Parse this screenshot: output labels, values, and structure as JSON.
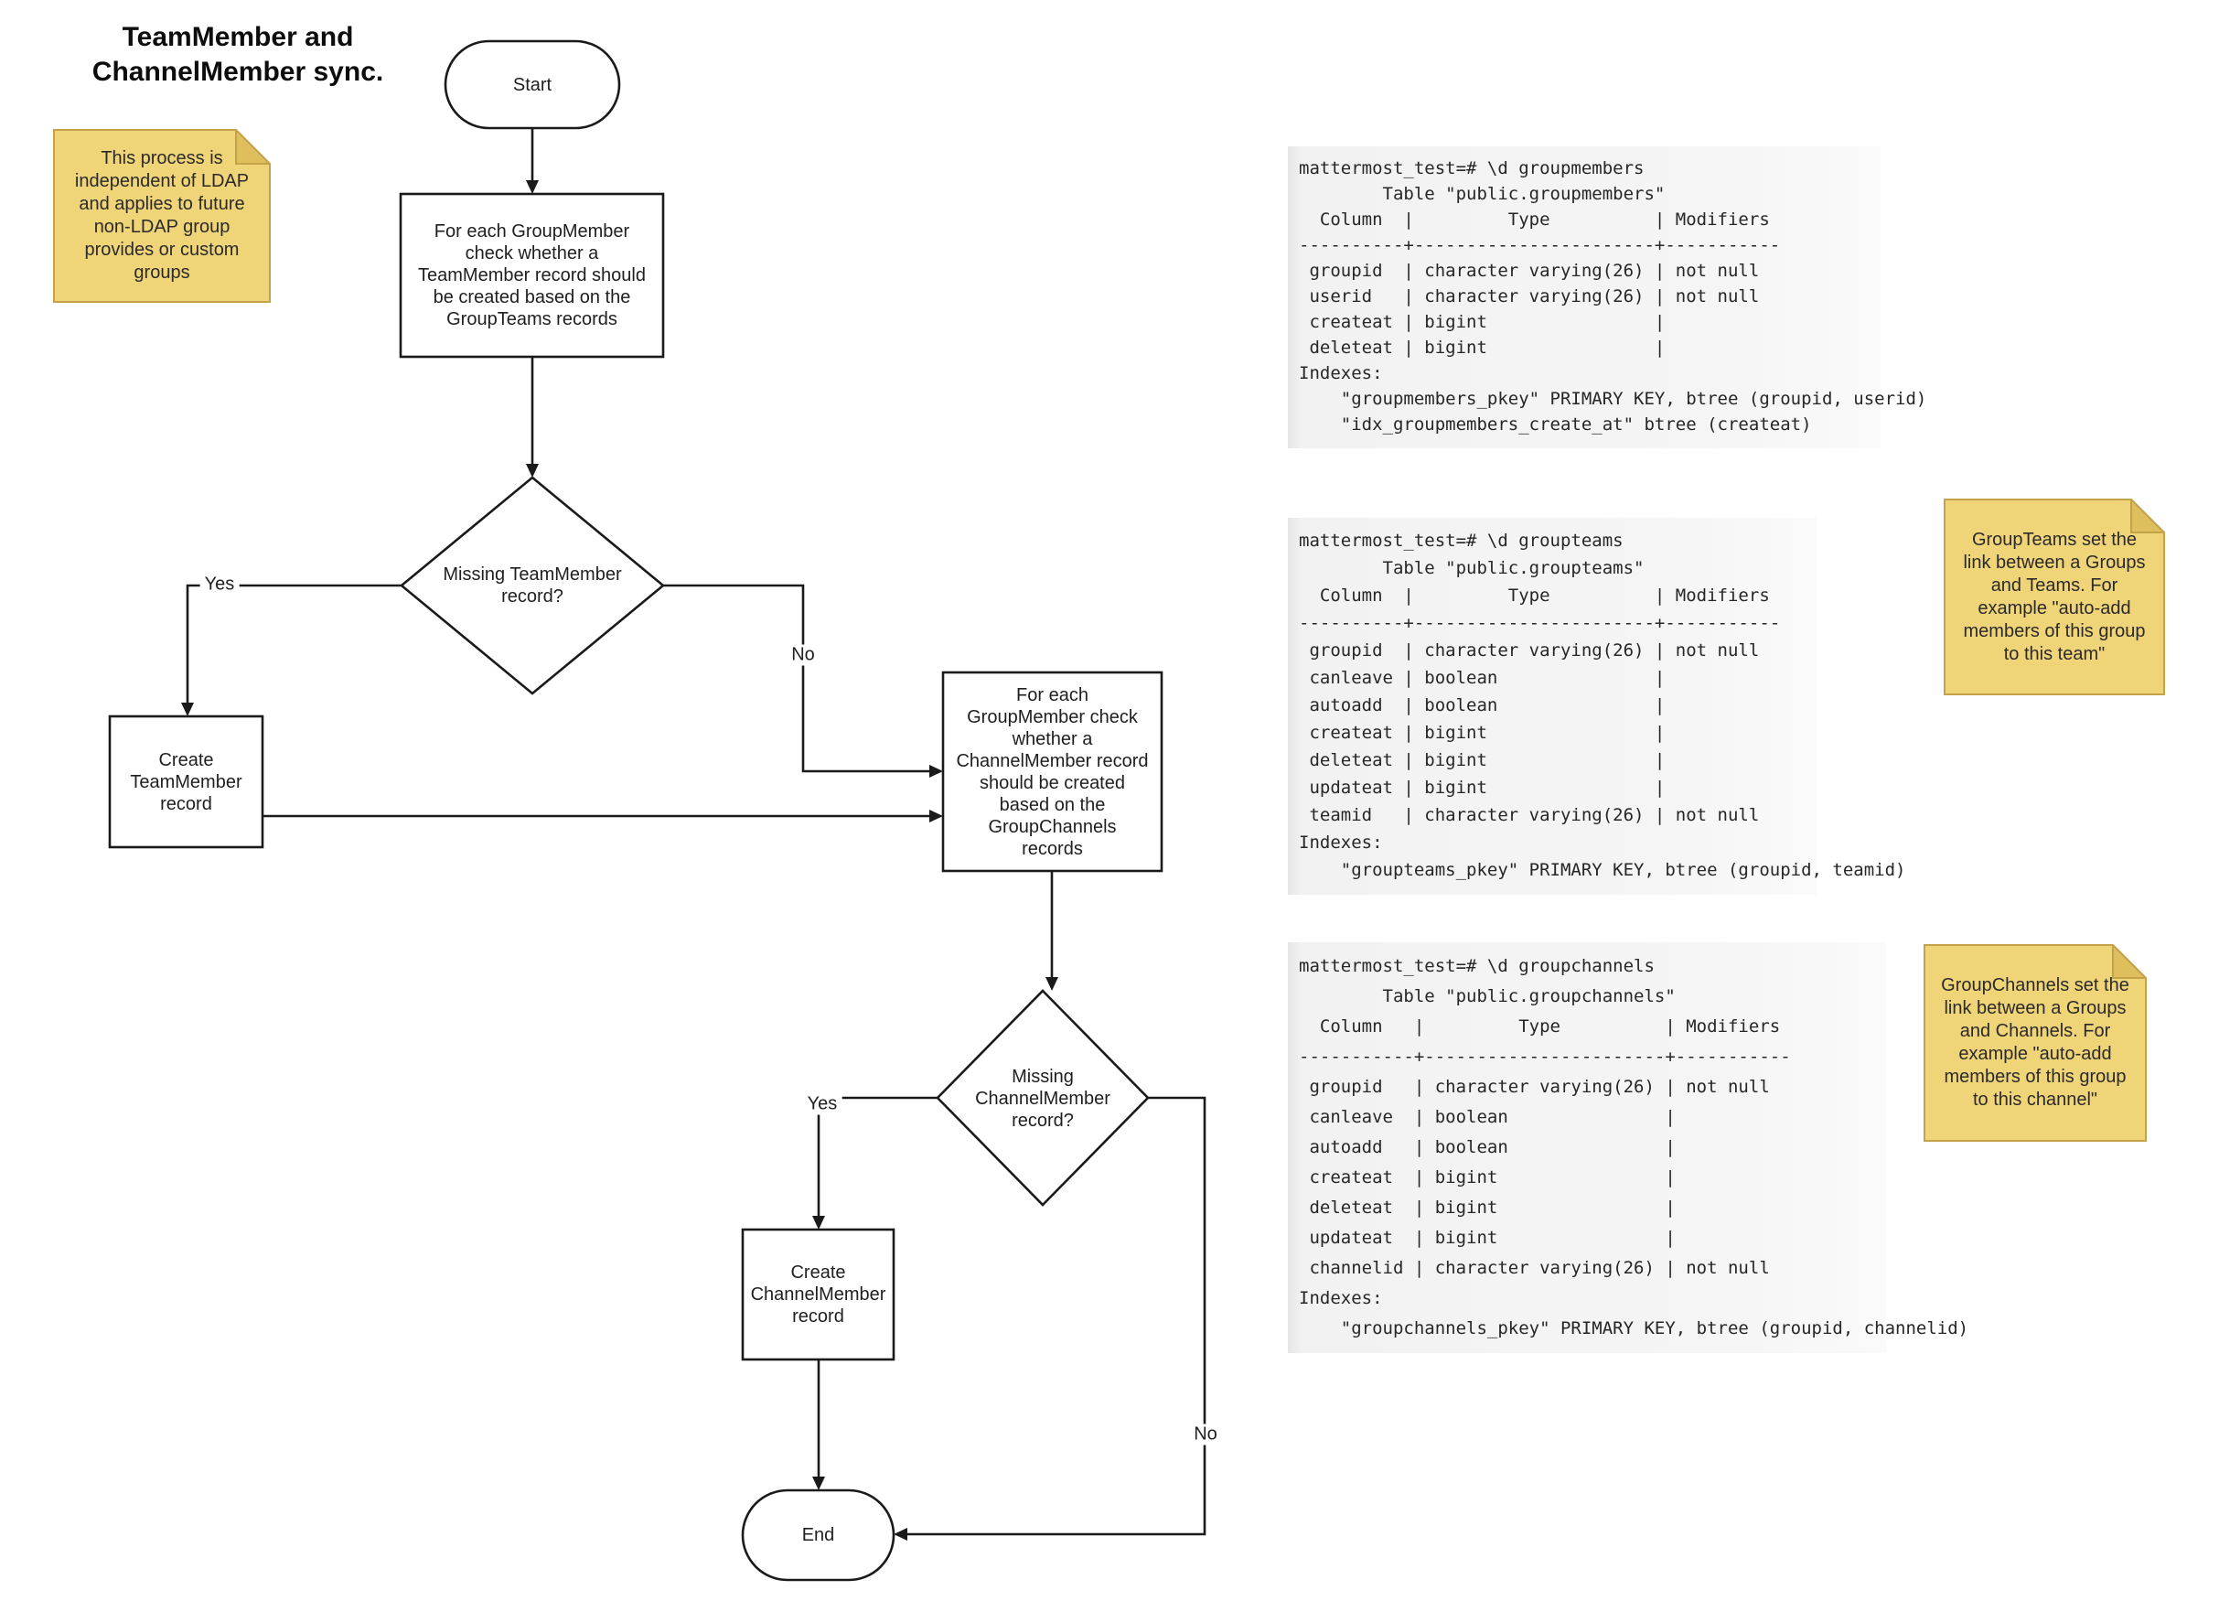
{
  "title": "TeamMember and\nChannelMember sync.",
  "sticky_notes": {
    "process_note": "This process is\nindependent of LDAP\nand applies to future\nnon-LDAP group\nprovides or custom\ngroups",
    "groupteams_note": "GroupTeams set the\nlink between a Groups\nand Teams. For\nexample \"auto-add\nmembers of this group\nto this team\"",
    "groupchannels_note": "GroupChannels set the\nlink between a Groups\nand Channels. For\nexample \"auto-add\nmembers of this group\nto this channel\""
  },
  "flowchart": {
    "start": "Start",
    "check_teammember_step": "For each GroupMember\ncheck whether a\nTeamMember record should\nbe created based on the\nGroupTeams records",
    "missing_teammember_decision": "Missing TeamMember\nrecord?",
    "create_teammember_step": "Create\nTeamMember\nrecord",
    "check_channelmember_step": "For each\nGroupMember check\nwhether a\nChannelMember record\nshould be created\nbased on the\nGroupChannels\nrecords",
    "missing_channelmember_decision": "Missing\nChannelMember\nrecord?",
    "create_channelmember_step": "Create\nChannelMember\nrecord",
    "end": "End",
    "labels": {
      "teammember_yes": "Yes",
      "teammember_no": "No",
      "channelmember_yes": "Yes",
      "channelmember_no": "No"
    }
  },
  "terminals": {
    "groupmembers": "mattermost_test=# \\d groupmembers\n        Table \"public.groupmembers\"\n  Column  |         Type          | Modifiers\n----------+-----------------------+-----------\n groupid  | character varying(26) | not null\n userid   | character varying(26) | not null\n createat | bigint                |\n deleteat | bigint                |\nIndexes:\n    \"groupmembers_pkey\" PRIMARY KEY, btree (groupid, userid)\n    \"idx_groupmembers_create_at\" btree (createat)",
    "groupteams": "mattermost_test=# \\d groupteams\n        Table \"public.groupteams\"\n  Column  |         Type          | Modifiers\n----------+-----------------------+-----------\n groupid  | character varying(26) | not null\n canleave | boolean               |\n autoadd  | boolean               |\n createat | bigint                |\n deleteat | bigint                |\n updateat | bigint                |\n teamid   | character varying(26) | not null\nIndexes:\n    \"groupteams_pkey\" PRIMARY KEY, btree (groupid, teamid)",
    "groupchannels": "mattermost_test=# \\d groupchannels\n        Table \"public.groupchannels\"\n  Column   |         Type          | Modifiers\n-----------+-----------------------+-----------\n groupid   | character varying(26) | not null\n canleave  | boolean               |\n autoadd   | boolean               |\n createat  | bigint                |\n deleteat  | bigint                |\n updateat  | bigint                |\n channelid | character varying(26) | not null\nIndexes:\n    \"groupchannels_pkey\" PRIMARY KEY, btree (groupid, channelid)"
  },
  "colors": {
    "note_fill": "#F0D478",
    "note_fold": "#DFBE5E",
    "note_border": "#C3A24A",
    "line": "#1A1A1A",
    "terminal_bg": "#F0F0F0"
  }
}
